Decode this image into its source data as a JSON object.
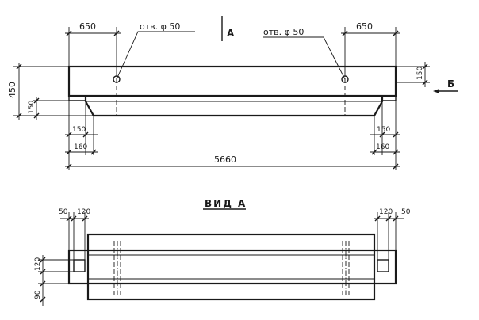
{
  "labels": {
    "dim_650_left": "650",
    "dim_650_right": "650",
    "hole_left": "отв. φ 50",
    "hole_right": "отв. φ 50",
    "section_a": "А",
    "section_b": "Б",
    "dim_450": "450",
    "dim_150_left": "150",
    "dim_150_right_side": "150",
    "dim_150_bl": "150",
    "dim_160_bl": "160",
    "dim_150_br": "150",
    "dim_160_br": "160",
    "dim_5660": "5660",
    "view_a": "ВИД А",
    "dim_50_left": "50",
    "dim_120_left": "120",
    "dim_120_right": "120",
    "dim_50_right": "50",
    "dim_120_vert": "120",
    "dim_90_vert": "90"
  }
}
